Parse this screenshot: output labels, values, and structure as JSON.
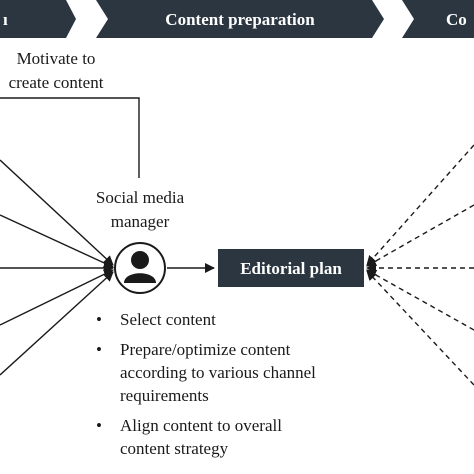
{
  "colors": {
    "phase_fill": "#2b3640",
    "box_fill": "#2b3640",
    "line": "#1a1a1a",
    "text": "#1a1a1a",
    "background": "#ffffff"
  },
  "phases": [
    {
      "label": "ı"
    },
    {
      "label": "Content preparation"
    },
    {
      "label": "Co"
    }
  ],
  "motivate": {
    "line1": "Motivate to",
    "line2": "create content"
  },
  "role": {
    "line1": "Social media",
    "line2": "manager",
    "icon": "person-icon"
  },
  "editorial_plan": {
    "label": "Editorial plan"
  },
  "tasks": [
    {
      "bullet": "•",
      "lines": [
        "Select content"
      ]
    },
    {
      "bullet": "•",
      "lines": [
        "Prepare/optimize content",
        "according to various channel",
        "requirements"
      ]
    },
    {
      "bullet": "•",
      "lines": [
        "Align content to overall",
        "content strategy"
      ]
    }
  ]
}
